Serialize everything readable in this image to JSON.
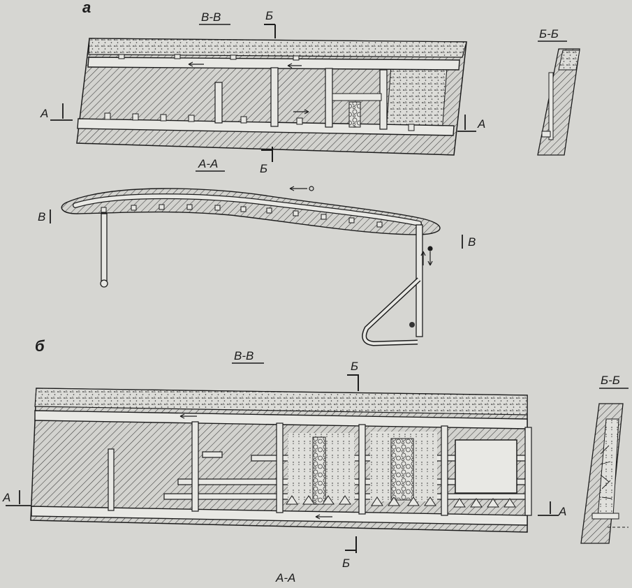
{
  "figure": {
    "panel_a": "а",
    "panel_b": "б",
    "a_section_main": "В-В",
    "a_section_side": "Б-Б",
    "a_plan": "А-А",
    "b_section_main": "В-В",
    "b_section_side": "Б-Б",
    "b_plan": "А-А",
    "mark_A": "А",
    "mark_B": "Б",
    "mark_V": "В"
  }
}
